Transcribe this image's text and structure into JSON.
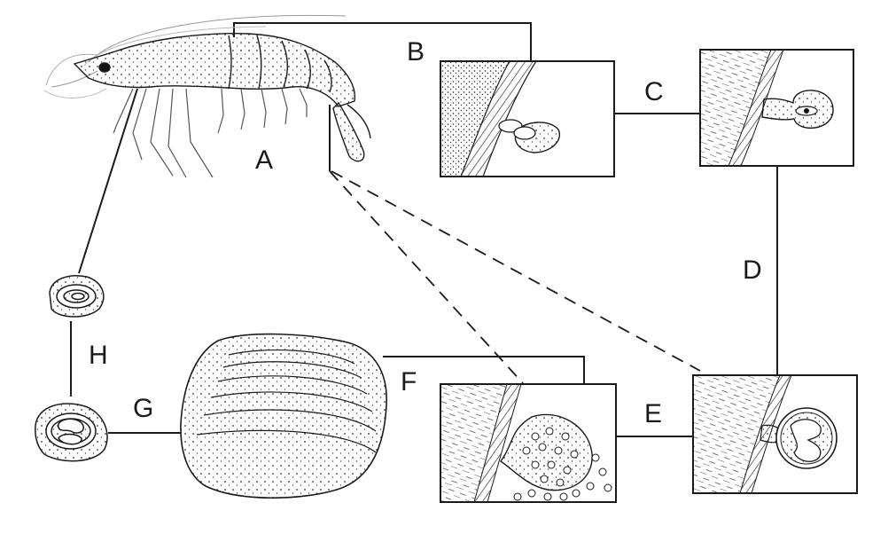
{
  "figure": {
    "stage_labels": {
      "A": "A",
      "B": "B",
      "C": "C",
      "D": "D",
      "E": "E",
      "F": "F",
      "G": "G",
      "H": "H"
    }
  },
  "colors": {
    "ink": "#1a1a1a",
    "background": "#ffffff"
  }
}
